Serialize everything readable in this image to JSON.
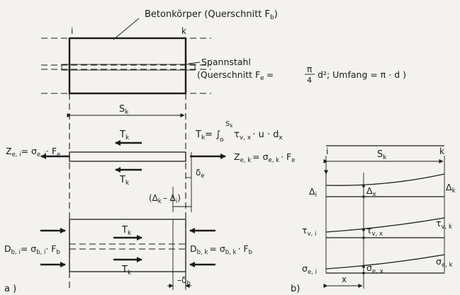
{
  "labels": {
    "betonkoerper": "Betonkörper (Querschnitt F",
    "betonkoerper_sub": "b",
    "betonkoerper_close": ")",
    "node_i": "i",
    "node_k": "k",
    "spannstahl": "Spannstahl",
    "querschnitt_prefix": "(Querschnitt  F",
    "querschnitt_sub": "e",
    "querschnitt_eq": "=",
    "pi": "π",
    "four": "4",
    "querschnitt_rest": "d²; Umfang = π · d )",
    "sk": "S",
    "sk_sub": "k",
    "tk": "T",
    "tk_sub": "k",
    "integral_lhs": "T",
    "integral_lhs_sub": "k",
    "integral_eq": "= ∫",
    "integral_upper": "S",
    "integral_upper_sub": "k",
    "integral_lower": "o",
    "integral_rhs": "τ",
    "integral_rhs_sub": "v, x",
    "integral_rest": "· u · d",
    "integral_rest_sub": "x",
    "z_ei": "Z",
    "z_ei_sub": "e, i",
    "z_ei_rhs": "= σ",
    "z_ei_rhs_sub": "e, i",
    "z_ei_fe": "· F",
    "z_ei_fe_sub": "e",
    "z_ek": "Z",
    "z_ek_sub": "e, k",
    "z_ek_rhs": "= σ",
    "z_ek_rhs_sub": "e, k",
    "z_ek_fe": "· F",
    "z_ek_fe_sub": "e",
    "delta_e": "δ",
    "delta_e_sub": "e",
    "delta_diff": "(Δ",
    "delta_diff_k": "k",
    "delta_diff_mid": "– Δ",
    "delta_diff_i": "i",
    "delta_diff_close": ")",
    "d_bi": "D",
    "d_bi_sub": "b, i",
    "d_bi_rhs": "= σ",
    "d_bi_rhs_sub": "b, i",
    "d_bi_fb": "· F",
    "d_bi_fb_sub": "b",
    "d_bk": "D",
    "d_bk_sub": "b, k",
    "d_bk_rhs": "= σ",
    "d_bk_rhs_sub": "b, k",
    "d_bk_fb": "· F",
    "d_bk_fb_sub": "b",
    "delta_b": "–δ",
    "delta_b_sub": "b",
    "part_a": "a )",
    "part_b": "b)",
    "rb_delta_i": "Δ",
    "rb_delta_i_sub": "i",
    "rb_delta_x": "Δ",
    "rb_delta_x_sub": "x",
    "rb_delta_k": "Δ",
    "rb_delta_k_sub": "k",
    "rb_tau_i": "τ",
    "rb_tau_i_sub": "v, i",
    "rb_tau_x": "τ",
    "rb_tau_x_sub": "v, x",
    "rb_tau_k": "τ",
    "rb_tau_k_sub": "v, k",
    "rb_sigma_i": "σ",
    "rb_sigma_i_sub": "e, i",
    "rb_sigma_x": "σ",
    "rb_sigma_x_sub": "e, x",
    "rb_sigma_k": "σ",
    "rb_sigma_k_sub": "e, k",
    "rb_x": "x"
  }
}
